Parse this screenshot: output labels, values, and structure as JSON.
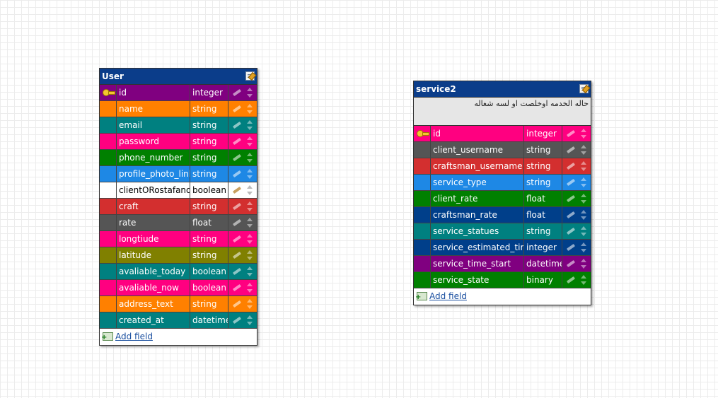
{
  "tables": [
    {
      "title": "User",
      "comment": "",
      "add_label": "Add field",
      "fields": [
        {
          "name": "id",
          "type": "integer",
          "color": "#800080",
          "pk": true
        },
        {
          "name": "name",
          "type": "string",
          "color": "#ff8000"
        },
        {
          "name": "email",
          "type": "string",
          "color": "#008080"
        },
        {
          "name": "password",
          "type": "string",
          "color": "#ff0080"
        },
        {
          "name": "phone_number",
          "type": "string",
          "color": "#008000"
        },
        {
          "name": "profile_photo_link",
          "type": "string",
          "color": "#1e88e5"
        },
        {
          "name": "clientORostafandy",
          "type": "boolean",
          "color": "#ffffff",
          "light": true
        },
        {
          "name": "craft",
          "type": "string",
          "color": "#d32f2f"
        },
        {
          "name": "rate",
          "type": "float",
          "color": "#555555"
        },
        {
          "name": "longtiude",
          "type": "string",
          "color": "#ff0080"
        },
        {
          "name": "latitude",
          "type": "string",
          "color": "#808000"
        },
        {
          "name": "avaliable_today",
          "type": "boolean",
          "color": "#008080"
        },
        {
          "name": "avaliable_now",
          "type": "boolean",
          "color": "#ff0080"
        },
        {
          "name": "address_text",
          "type": "string",
          "color": "#ff8000"
        },
        {
          "name": "created_at",
          "type": "datetime",
          "color": "#008080"
        }
      ]
    },
    {
      "title": "service2",
      "comment": "حاله الخدمه اوخلصت او لسه شغاله",
      "add_label": "Add field",
      "fields": [
        {
          "name": "id",
          "type": "integer",
          "color": "#ff0080",
          "pk": true
        },
        {
          "name": "client_username",
          "type": "string",
          "color": "#555555"
        },
        {
          "name": "craftsman_username",
          "type": "string",
          "color": "#d32f2f"
        },
        {
          "name": "service_type",
          "type": "string",
          "color": "#1e88e5"
        },
        {
          "name": "client_rate",
          "type": "float",
          "color": "#008000"
        },
        {
          "name": "craftsman_rate",
          "type": "float",
          "color": "#003f8a"
        },
        {
          "name": "service_statues",
          "type": "string",
          "color": "#008080"
        },
        {
          "name": "service_estimated_time",
          "type": "integer",
          "color": "#003f8a"
        },
        {
          "name": "service_time_start",
          "type": "datetime",
          "color": "#800080"
        },
        {
          "name": "service_state",
          "type": "binary",
          "color": "#008000"
        }
      ]
    }
  ]
}
